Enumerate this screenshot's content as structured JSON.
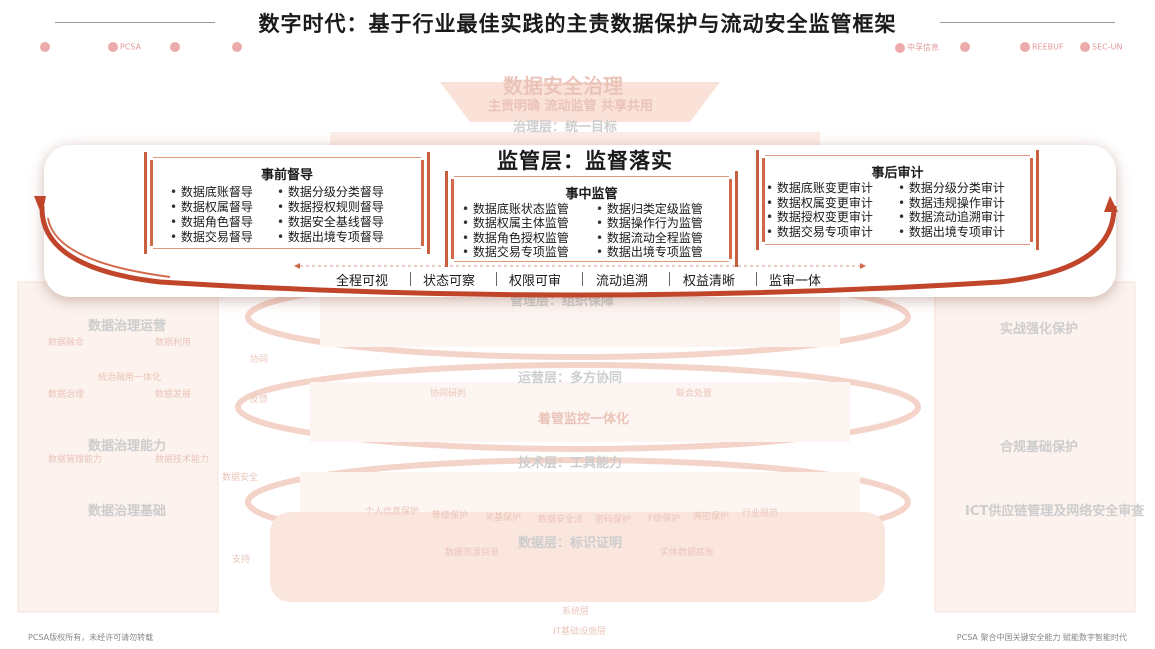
{
  "title": "数字时代：基于行业最佳实践的主责数据保护与流动安全监管框架",
  "logos": [
    "",
    "PCSA",
    "",
    "",
    "中孚信息",
    "",
    "REEBUF",
    "SEC-UN"
  ],
  "background": {
    "governance": {
      "title": "数据安全治理",
      "subtitle": "主责明确  流动监管  共享共用",
      "layer": "治理层：统一目标"
    },
    "management_layer": "管理层：组织保障",
    "operation_layer": "运营层：多方协同",
    "tech_layer": "技术层：工具能力",
    "data_layer": "数据层：标识证明",
    "left_col": [
      "数据治理运营",
      "数据融合",
      "数据利用",
      "统治融用一体化",
      "数据治理",
      "数据发展",
      "数据治理能力",
      "数据管理能力",
      "数据技术能力",
      "数据治理基础"
    ],
    "right_col": [
      "实战强化保护",
      "合规基础保护",
      "ICT供应链管理及网络安全审查"
    ],
    "mid_labels": [
      "协同",
      "反馈",
      "数据安全",
      "支持",
      "数据资源目录",
      "实体数据底账",
      "个人信息保护",
      "等级保护",
      "关基保护",
      "数据安全法",
      "密码保护",
      "F级保护",
      "两密保护",
      "行业规范",
      "着管监控一体化",
      "协同研判",
      "联合处置"
    ],
    "bottom_labels": [
      "系统层",
      "IT基础设施层"
    ]
  },
  "panel": {
    "main_title": "监管层：监督落实",
    "before": {
      "title": "事前督导",
      "items": [
        "数据底账督导",
        "数据分级分类督导",
        "数据权属督导",
        "数据授权规则督导",
        "数据角色督导",
        "数据安全基线督导",
        "数据交易督导",
        "数据出境专项督导"
      ]
    },
    "during": {
      "title": "事中监管",
      "items": [
        "数据底账状态监管",
        "数据归类定级监管",
        "数据权属主体监管",
        "数据操作行为监管",
        "数据角色授权监管",
        "数据流动全程监管",
        "数据交易专项监管",
        "数据出境专项监管"
      ]
    },
    "after": {
      "title": "事后审计",
      "items": [
        "数据底账变更审计",
        "数据分级分类审计",
        "数据权属变更审计",
        "数据违规操作审计",
        "数据授权变更审计",
        "数据流动追溯审计",
        "数据交易专项审计",
        "数据出境专项审计"
      ]
    },
    "features": [
      "全程可视",
      "状态可察",
      "权限可审",
      "流动追溯",
      "权益清晰",
      "监审一体"
    ]
  },
  "footer": {
    "left": "PCSA版权所有，未经许可请勿转载",
    "right": "PCSA 聚合中国关键安全能力   赋能数字智能时代"
  },
  "colors": {
    "accent": "#d26a4a",
    "ring": "#c0452a"
  }
}
